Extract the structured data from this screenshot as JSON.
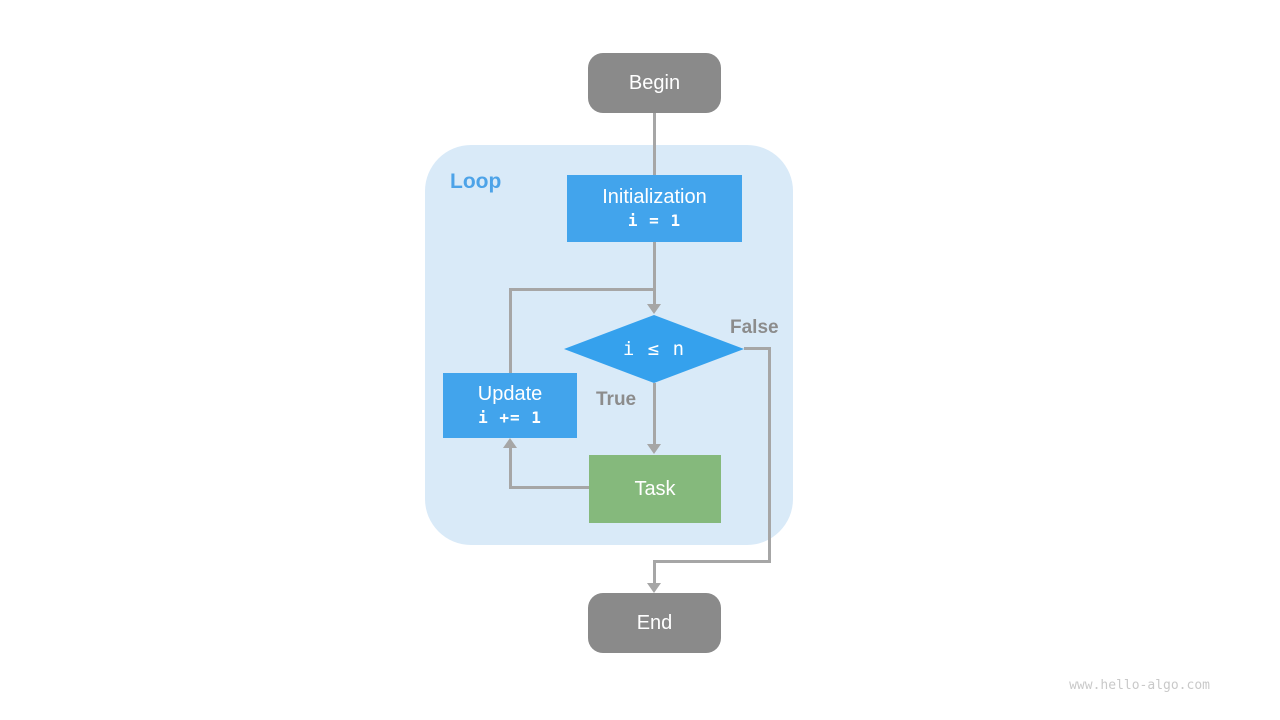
{
  "colors": {
    "page_bg": "#ffffff",
    "node_gray": "#8a8a8a",
    "node_blue": "#42a4ec",
    "diamond_blue": "#35a1ed",
    "node_green": "#85b97c",
    "loop_bg": "#d9eaf8",
    "loop_label": "#4da3e8",
    "edge_gray": "#a6a6a6",
    "edge_label_gray": "#8c8c8c",
    "watermark_gray": "#c9c9c9",
    "node_text": "#ffffff"
  },
  "flowchart": {
    "begin": {
      "label": "Begin"
    },
    "loop": {
      "label": "Loop"
    },
    "initialization": {
      "label": "Initialization",
      "code": "i = 1"
    },
    "condition": {
      "label": "i ≤ n"
    },
    "update": {
      "label": "Update",
      "code": "i += 1"
    },
    "task": {
      "label": "Task"
    },
    "end": {
      "label": "End"
    },
    "edge_labels": {
      "true_branch": "True",
      "false_branch": "False"
    }
  },
  "watermark": "www.hello-algo.com"
}
